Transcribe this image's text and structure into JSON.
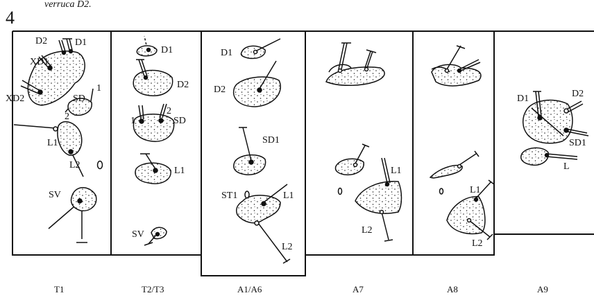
{
  "caption_fragment": "verruca D2.",
  "figure_number": "4",
  "panels": [
    {
      "id": "T1",
      "title": "T1",
      "labels": [
        "D2",
        "D1",
        "XD1",
        "XD2",
        "SD",
        "1",
        "2",
        "L1",
        "L2",
        "SV"
      ]
    },
    {
      "id": "T2T3",
      "title": "T2/T3",
      "labels": [
        "D1",
        "D2",
        "1",
        "2",
        "SD",
        "L1",
        "SV"
      ]
    },
    {
      "id": "A1A6",
      "title": "A1/A6",
      "labels": [
        "D1",
        "D2",
        "SD1",
        "ST1",
        "L1",
        "L2"
      ]
    },
    {
      "id": "A7",
      "title": "A7",
      "labels": [
        "L1",
        "L2"
      ]
    },
    {
      "id": "A8",
      "title": "A8",
      "labels": [
        "L1",
        "L2"
      ]
    },
    {
      "id": "A9",
      "title": "A9",
      "labels": [
        "D1",
        "D2",
        "SD1",
        "L"
      ]
    }
  ],
  "colors": {
    "ink": "#111111",
    "paper": "#ffffff"
  }
}
